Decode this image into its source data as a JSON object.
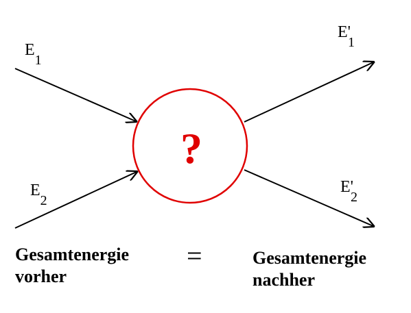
{
  "labels": {
    "e1": {
      "base": "E",
      "sub": "1"
    },
    "e2": {
      "base": "E",
      "sub": "2"
    },
    "e1_prime": {
      "base": "E'",
      "sub": "1"
    },
    "e2_prime": {
      "base": "E'",
      "sub": "2"
    }
  },
  "center": {
    "symbol": "?"
  },
  "captions": {
    "before_line1": "Gesamtenergie",
    "before_line2": "vorher",
    "equals": "=",
    "after_line1": "Gesamtenergie",
    "after_line2": "nachher"
  },
  "colors": {
    "circle": "#e00000",
    "question_mark": "#e00000",
    "arrows": "#000000",
    "text": "#000000"
  }
}
